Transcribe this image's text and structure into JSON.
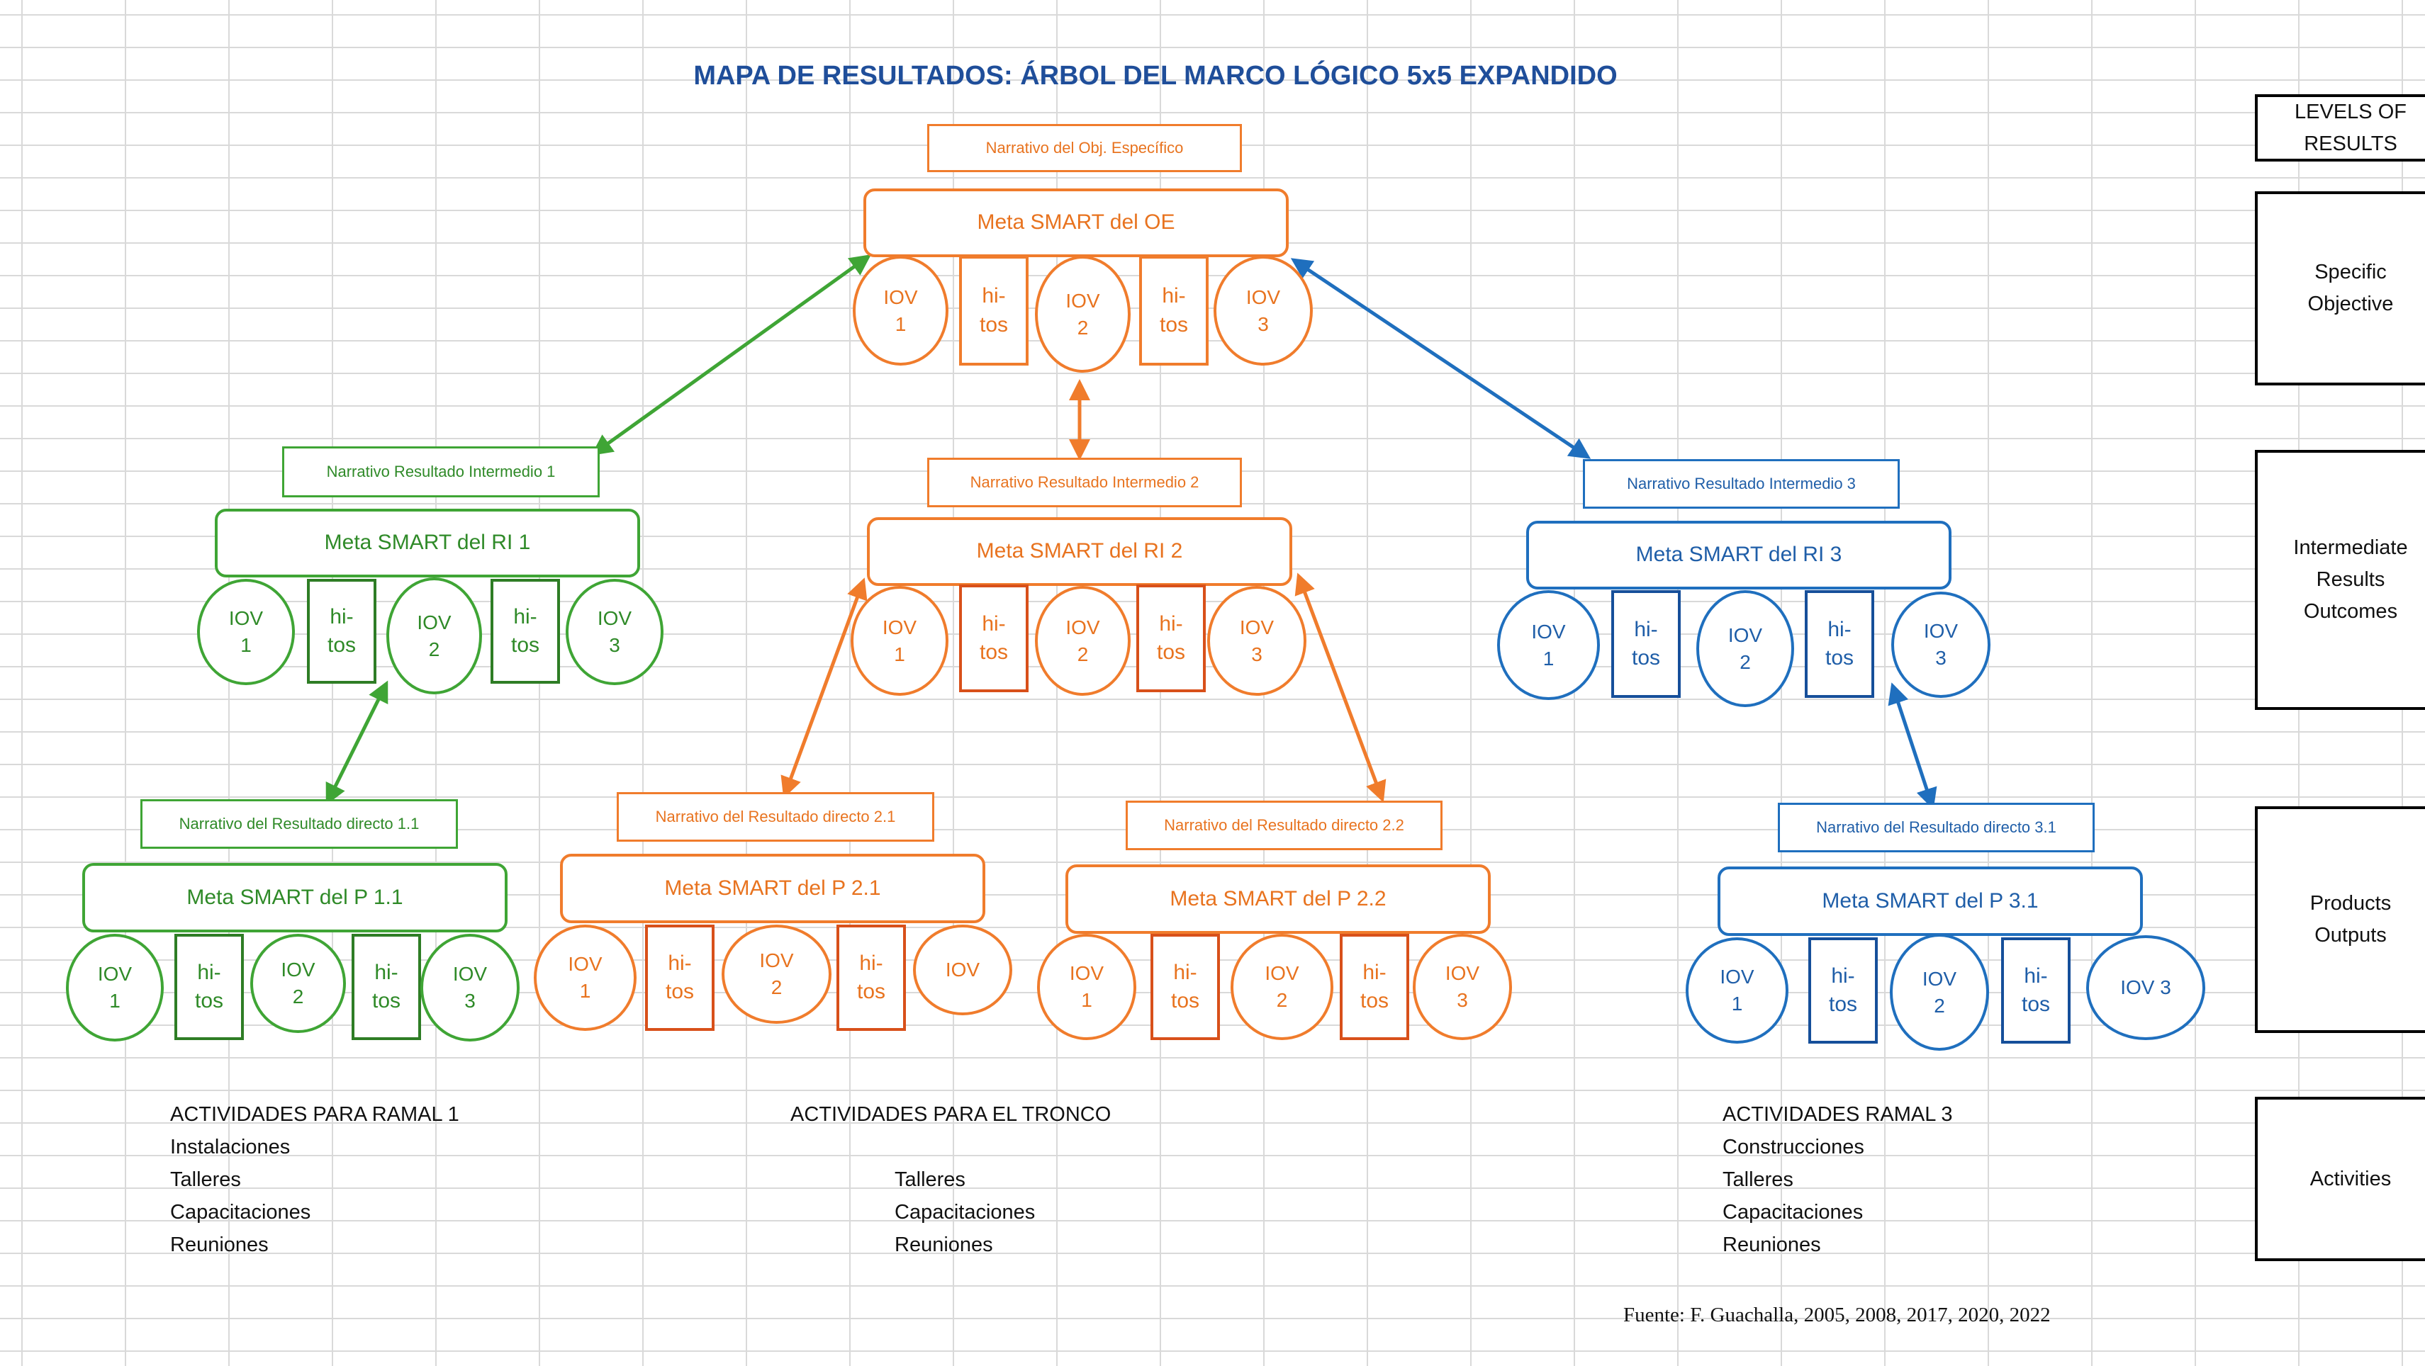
{
  "title": "MAPA DE RESULTADOS: ÁRBOL DEL MARCO LÓGICO 5x5 EXPANDIDO",
  "levels": {
    "header": "LEVELS OF\nRESULTS",
    "specific": "Specific\nObjective",
    "intermediate": "Intermediate\nResults\nOutcomes",
    "products": "Products\nOutputs",
    "activities": "Activities"
  },
  "colors": {
    "orange": "#f07c2c",
    "green": "#3fa535",
    "blue": "#1f6fbe",
    "title": "#1f4e9a"
  },
  "oe": {
    "narrative": "Narrativo del Obj. Específico",
    "meta": "Meta SMART del OE",
    "items": [
      "IOV\n1",
      "hi-\ntos",
      "IOV\n2",
      "hi-\ntos",
      "IOV\n3"
    ]
  },
  "ri1": {
    "narrative": "Narrativo Resultado Intermedio 1",
    "meta": "Meta SMART del RI 1",
    "items": [
      "IOV\n1",
      "hi-\ntos",
      "IOV\n2",
      "hi-\ntos",
      "IOV\n3"
    ]
  },
  "ri2": {
    "narrative": "Narrativo Resultado Intermedio 2",
    "meta": "Meta SMART del RI 2",
    "items": [
      "IOV\n1",
      "hi-\ntos",
      "IOV\n2",
      "hi-\ntos",
      "IOV\n3"
    ]
  },
  "ri3": {
    "narrative": "Narrativo Resultado Intermedio 3",
    "meta": "Meta SMART del RI 3",
    "items": [
      "IOV\n1",
      "hi-\ntos",
      "IOV\n2",
      "hi-\ntos",
      "IOV\n3"
    ]
  },
  "p11": {
    "narrative": "Narrativo del Resultado directo 1.1",
    "meta": "Meta SMART del P 1.1",
    "items": [
      "IOV\n1",
      "hi-\ntos",
      "IOV\n2",
      "hi-\ntos",
      "IOV\n3"
    ]
  },
  "p21": {
    "narrative": "Narrativo del Resultado directo 2.1",
    "meta": "Meta SMART del P 2.1",
    "items": [
      "IOV\n1",
      "hi-\ntos",
      "IOV\n2",
      "hi-\ntos",
      "IOV"
    ]
  },
  "p22": {
    "narrative": "Narrativo del Resultado directo 2.2",
    "meta": "Meta SMART del P 2.2",
    "items": [
      "IOV\n1",
      "hi-\ntos",
      "IOV\n2",
      "hi-\ntos",
      "IOV\n3"
    ]
  },
  "p31": {
    "narrative": "Narrativo del Resultado directo 3.1",
    "meta": "Meta SMART del P 3.1",
    "items": [
      "IOV\n1",
      "hi-\ntos",
      "IOV\n2",
      "hi-\ntos",
      "IOV 3"
    ]
  },
  "activities": {
    "ramal1": [
      "ACTIVIDADES PARA  RAMAL 1",
      "Instalaciones",
      "Talleres",
      "Capacitaciones",
      "Reuniones"
    ],
    "tronco_heading": "ACTIVIDADES PARA EL TRONCO",
    "tronco": [
      "Talleres",
      "Capacitaciones",
      "Reuniones"
    ],
    "ramal3": [
      "ACTIVIDADES RAMAL 3",
      "Construcciones",
      "Talleres",
      "Capacitaciones",
      "Reuniones"
    ]
  },
  "source": "Fuente: F. Guachalla,  2005,  2008,  2017,  2020,  2022"
}
